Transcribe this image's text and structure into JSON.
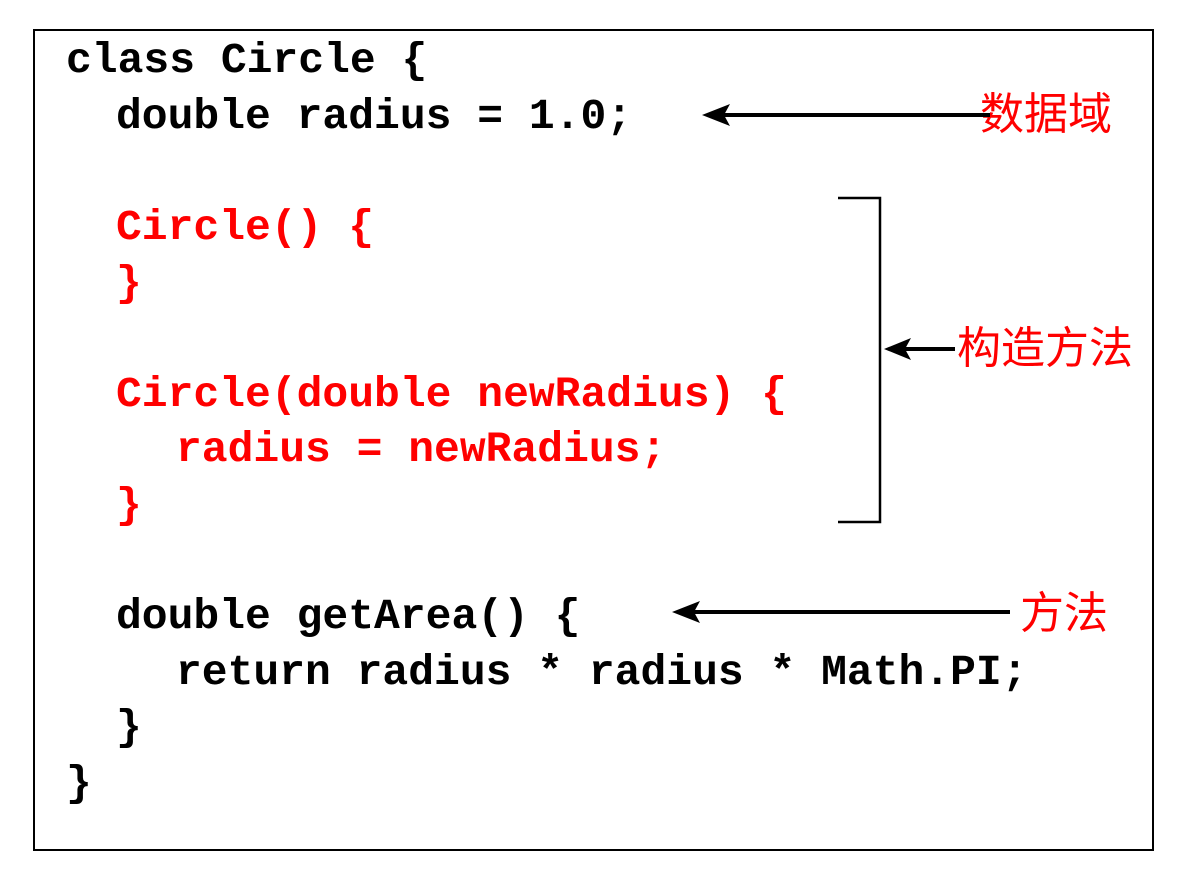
{
  "code_lines": [
    "class Circle {",
    "double radius = 1.0;",
    "Circle() {",
    "}",
    "Circle(double newRadius) {",
    "radius = newRadius;",
    "}",
    "double getArea() {",
    "return radius * radius * Math.PI;",
    "}",
    "}"
  ],
  "annotations": {
    "data_field": "数据域",
    "constructors": "构造方法",
    "method": "方法"
  },
  "colors": {
    "highlight": "#ff0000",
    "text": "#000000",
    "border": "#000000",
    "background": "#ffffff"
  }
}
